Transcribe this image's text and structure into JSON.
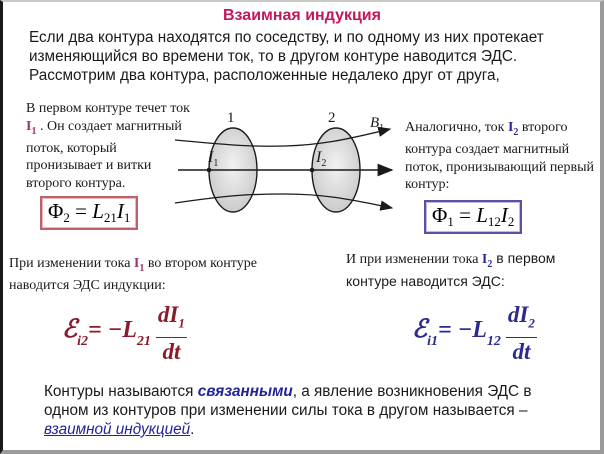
{
  "slide": {
    "title": "Взаимная индукция",
    "intro": "Если два контура находятся по соседству, и по одному из них протекает изменяющийся во времени ток, то в другом контуре наводится ЭДС. Рассмотрим два контура, расположенные недалеко друг от друга,"
  },
  "left_text": {
    "part1": "В первом контуре течет ток ",
    "current": "I",
    "current_sub": "1",
    "part2": " . Он создает магнитный поток, который пронизывает и витки второго контура."
  },
  "right_text": {
    "part1": "Аналогично, ток ",
    "current": "I",
    "current_sub": "2",
    "part2": "  второго контура создает магнитный поток, пронизывающий первый контур:"
  },
  "formula_flux2": {
    "lhs": "Φ",
    "lhs_sub": "2",
    "eq": " = ",
    "L": "L",
    "L_sub": "21",
    "I": "I",
    "I_sub": "1"
  },
  "formula_flux1": {
    "lhs": "Φ",
    "lhs_sub": "1",
    "eq": " = ",
    "L": "L",
    "L_sub": "12",
    "I": "I",
    "I_sub": "2"
  },
  "diagram": {
    "loop1_label": "1",
    "loop2_label": "2",
    "field_label": "B",
    "field_sub": "1",
    "I1_label": "I",
    "I1_sub": "1",
    "I2_label": "I",
    "I2_sub": "2",
    "loop_fill": "#d9d9d9",
    "stroke": "#1a1a1a"
  },
  "caption_left": {
    "part1": "При изменении тока ",
    "current": "I",
    "current_sub": "1",
    "part2": "  во втором контуре наводится ЭДС индукции:"
  },
  "caption_right": {
    "part1": "И при изменении тока ",
    "current": "I",
    "current_sub": "2",
    "part2": " в первом",
    "part3": "контуре наводится ЭДС:"
  },
  "emf2": {
    "E": "ℰ",
    "sub": "i2",
    "eq": "= −",
    "L": "L",
    "L_sub": "21",
    "num": "dI",
    "num_sub": "1",
    "den": "dt",
    "color": "#8b1a2a"
  },
  "emf1": {
    "E": "ℰ",
    "sub": "i1",
    "eq": "= −",
    "L": "L",
    "L_sub": "12",
    "num": "dI",
    "num_sub": "2",
    "den": "dt",
    "color": "#2a2a90"
  },
  "outro": {
    "part1": "Контуры называются ",
    "emphasis": "связанными",
    "part2": ", а явление возникновения ЭДС в одном из контуров при изменении силы тока в другом называется – ",
    "term": "взаимной индукцией",
    "end": "."
  },
  "colors": {
    "title": "#c2185b",
    "accent_red": "#a0336a",
    "accent_blue": "#23239a"
  }
}
